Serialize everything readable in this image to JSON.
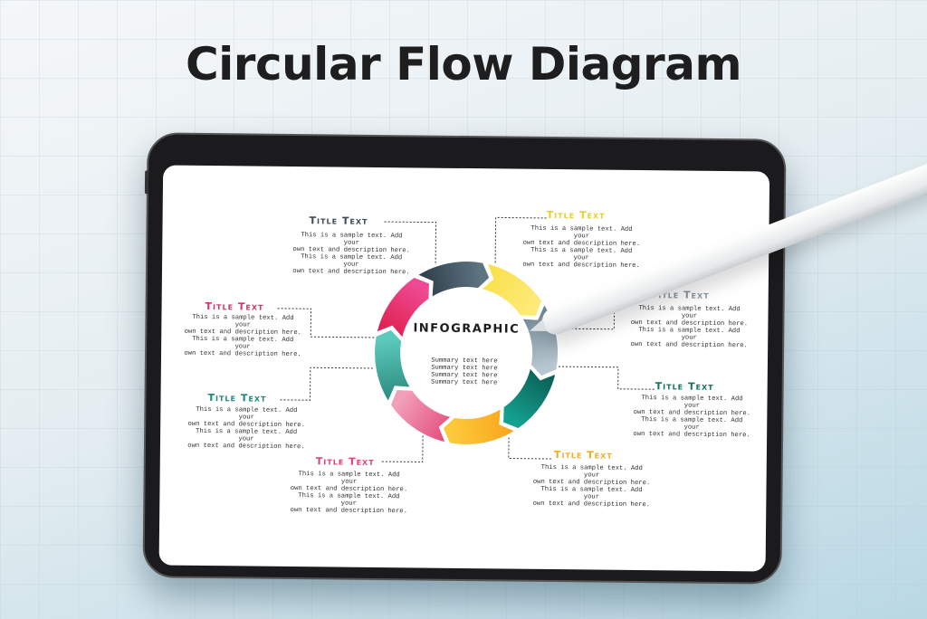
{
  "headline": "Circular Flow Diagram",
  "center": {
    "title": "INFOGRAPHIC",
    "summary": [
      "Summary text here",
      "Summary text here",
      "Summary text here",
      "Summary text here"
    ]
  },
  "segments": [
    {
      "color_a": "#f9e04a",
      "color_b": "#fdea78"
    },
    {
      "color_a": "#6d8391",
      "color_b": "#b7c6cf"
    },
    {
      "color_a": "#0b5e54",
      "color_b": "#13a08f"
    },
    {
      "color_a": "#f9a61e",
      "color_b": "#fcc93a"
    },
    {
      "color_a": "#e4507f",
      "color_b": "#f2a0b9"
    },
    {
      "color_a": "#2e8e82",
      "color_b": "#5cc9bd"
    },
    {
      "color_a": "#e0204e",
      "color_b": "#ee4a94"
    },
    {
      "color_a": "#2f3f4b",
      "color_b": "#5e7482"
    }
  ],
  "items": [
    {
      "title": "Title Text",
      "color": "#3b4b58",
      "text": [
        "This is a sample text. Add your",
        "own text and description here.",
        "This is a sample text. Add your",
        "own text and description here."
      ]
    },
    {
      "title": "Title Text",
      "color": "#eccd2c",
      "text": [
        "This is a sample text. Add your",
        "own text and description here.",
        "This is a sample text. Add your",
        "own text and description here."
      ]
    },
    {
      "title": "Title Text",
      "color": "#8899a4",
      "text": [
        "This is a sample text. Add your",
        "own text and description here.",
        "This is a sample text. Add your",
        "own text and description here."
      ]
    },
    {
      "title": "Title Text",
      "color": "#16705f",
      "text": [
        "This is a sample text. Add your",
        "own text and description here.",
        "This is a sample text. Add your",
        "own text and description here."
      ]
    },
    {
      "title": "Title Text",
      "color": "#f4ae1c",
      "text": [
        "This is a sample text. Add your",
        "own text and description here.",
        "This is a sample text. Add your",
        "own text and description here."
      ]
    },
    {
      "title": "Title Text",
      "color": "#e03f78",
      "text": [
        "This is a sample text. Add your",
        "own text and description here.",
        "This is a sample text. Add your",
        "own text and description here."
      ]
    },
    {
      "title": "Title Text",
      "color": "#1f8a7c",
      "text": [
        "This is a sample text. Add your",
        "own text and description here.",
        "This is a sample text. Add your",
        "own text and description here."
      ]
    },
    {
      "title": "Title Text",
      "color": "#de2e6a",
      "text": [
        "This is a sample text. Add your",
        "own text and description here.",
        "This is a sample text. Add your",
        "own text and description here."
      ]
    }
  ]
}
